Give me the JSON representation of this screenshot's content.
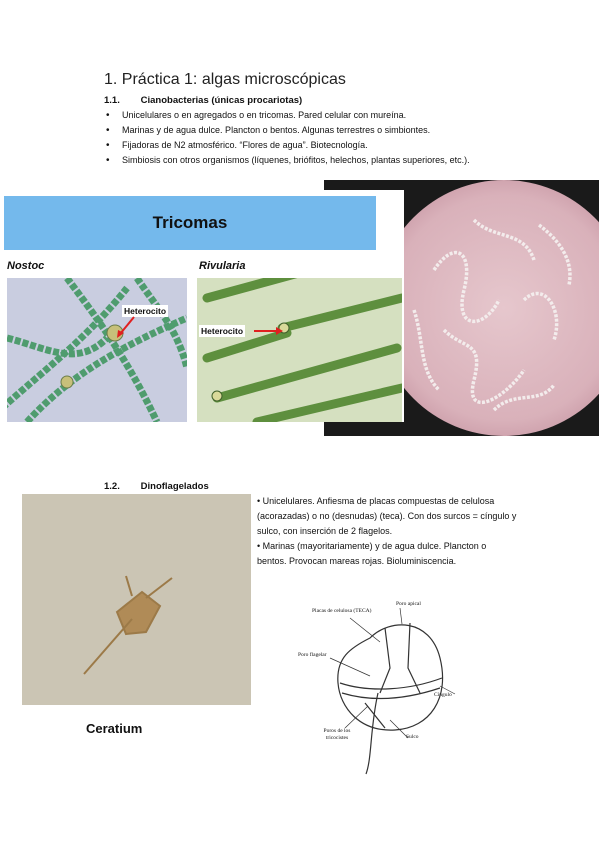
{
  "title": "1. Práctica 1: algas microscópicas",
  "section1": {
    "number": "1.1.",
    "heading": "Cianobacterias (únicas procariotas)",
    "bullets": [
      "Unicelulares o en agregados o en tricomas. Pared celular con mureína.",
      "Marinas y de agua dulce. Plancton o bentos. Algunas terrestres o simbiontes.",
      "Fijadoras de N2 atmosférico. “Flores de agua”. Biotecnología.",
      "Simbiosis con otros organismos (líquenes, briófitos, helechos, plantas superiores, etc.)."
    ]
  },
  "figure1": {
    "banner": "Tricomas",
    "left_label": "Nostoc",
    "right_label": "Rivularia",
    "left_tag": "Heterocito",
    "right_tag": "Heterocito"
  },
  "section2": {
    "number": "1.2.",
    "heading": "Dinoflagelados",
    "paragraphs": [
      "• Unicelulares. Anfiesma de placas compuestas de celulosa (acorazadas) o no (desnudas) (teca). Con dos surcos = cíngulo y sulco, con inserción de 2 flagelos.",
      "• Marinas (mayoritariamente) y de agua dulce. Plancton o bentos. Provocan mareas rojas. Bioluminiscencia."
    ],
    "photo_caption": "Ceratium"
  },
  "diagram": {
    "labels": {
      "placas": "Placas de celulosa (TECA)",
      "poro_apical": "Poro apical",
      "poro_flagelar": "Poro flagelar",
      "cingulo": "Cíngulo",
      "poros_tricocistes": "Poros de los tricocistes",
      "sulco": "Sulco"
    }
  },
  "colors": {
    "banner": "#74b9ec",
    "arrow": "#e02020"
  }
}
